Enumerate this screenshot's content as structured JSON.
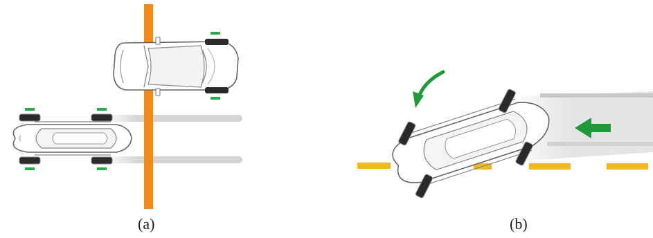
{
  "panels": [
    {
      "id": "a",
      "caption": "(a)"
    },
    {
      "id": "b",
      "caption": "(b)"
    }
  ],
  "colors": {
    "orange_line": "#f08a1c",
    "yellow_line": "#f2b820",
    "green_arrow": "#1f9a3a",
    "gray_path": "#cfcfcf",
    "car_outline": "#666666",
    "tire": "#2a2a2a"
  },
  "icons": {
    "rotate": "curved-arrow-icon",
    "direction": "left-arrow-icon"
  }
}
